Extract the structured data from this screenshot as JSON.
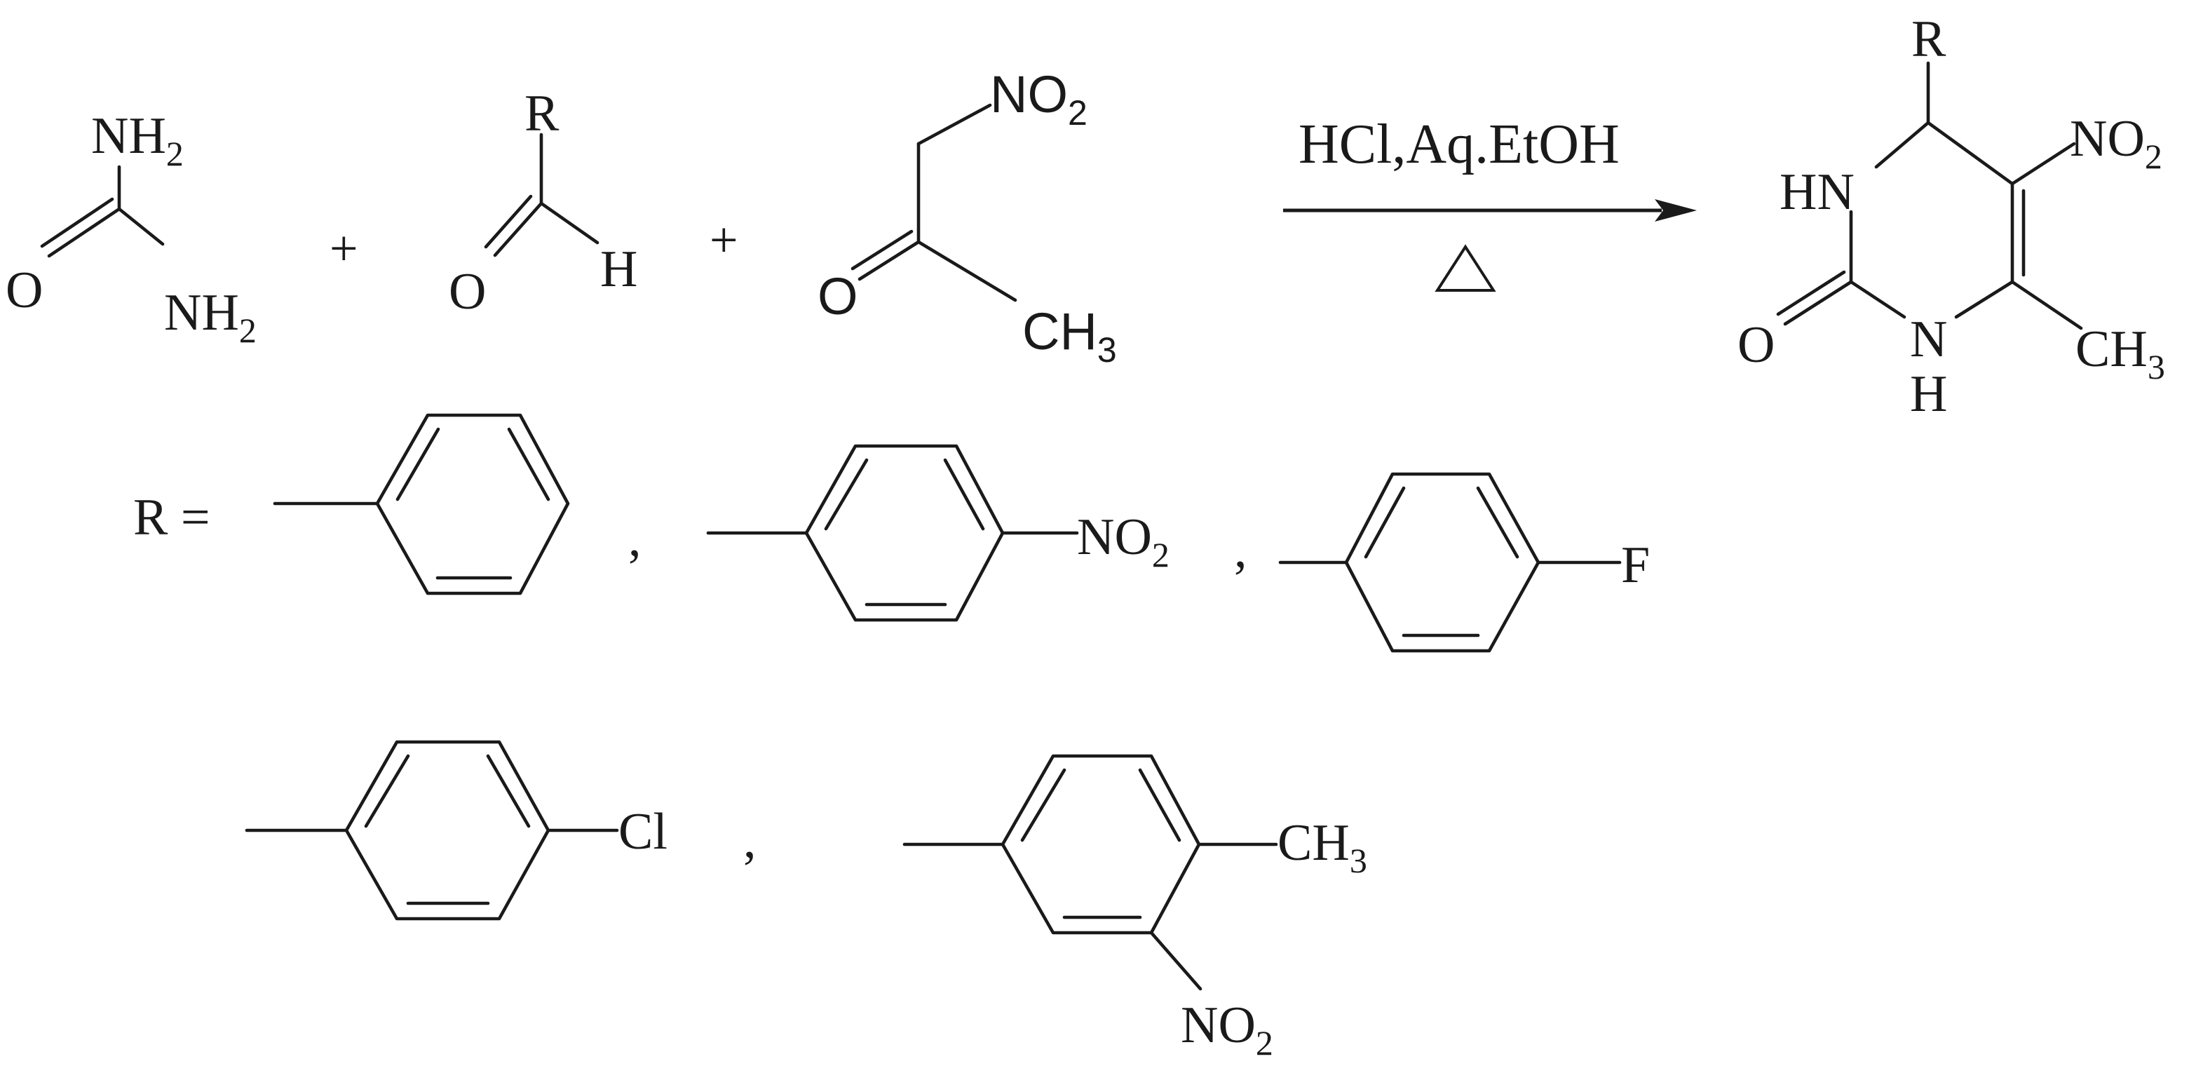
{
  "reaction": {
    "reactants": {
      "urea": {
        "top_amine": "NH",
        "top_amine_sub": "2",
        "bottom_amine": "NH",
        "bottom_amine_sub": "2",
        "oxygen": "O"
      },
      "aldehyde": {
        "r_group": "R",
        "oxygen": "O",
        "hydrogen": "H"
      },
      "nitroacetone": {
        "nitro": "NO",
        "nitro_sub": "2",
        "oxygen": "O",
        "methyl": "CH",
        "methyl_sub": "3"
      }
    },
    "plus_sign": "+",
    "conditions": {
      "reagents": "HCl,Aq.EtOH"
    },
    "product": {
      "r_group": "R",
      "nh_top": "HN",
      "nitro": "NO",
      "nitro_sub": "2",
      "oxygen": "O",
      "n_bottom": "N",
      "h_bottom": "H",
      "methyl": "CH",
      "methyl_sub": "3"
    }
  },
  "substituents": {
    "label": "R =",
    "separator": ",",
    "items": [
      {
        "name": "phenyl",
        "substituent": ""
      },
      {
        "name": "4-nitrophenyl",
        "text": "NO",
        "sub": "2"
      },
      {
        "name": "4-fluorophenyl",
        "text": "F"
      },
      {
        "name": "4-chlorophenyl",
        "text": "Cl"
      },
      {
        "name": "4-methyl-3-nitrophenyl",
        "methyl": "CH",
        "methyl_sub": "3",
        "nitro": "NO",
        "nitro_sub": "2"
      }
    ]
  }
}
